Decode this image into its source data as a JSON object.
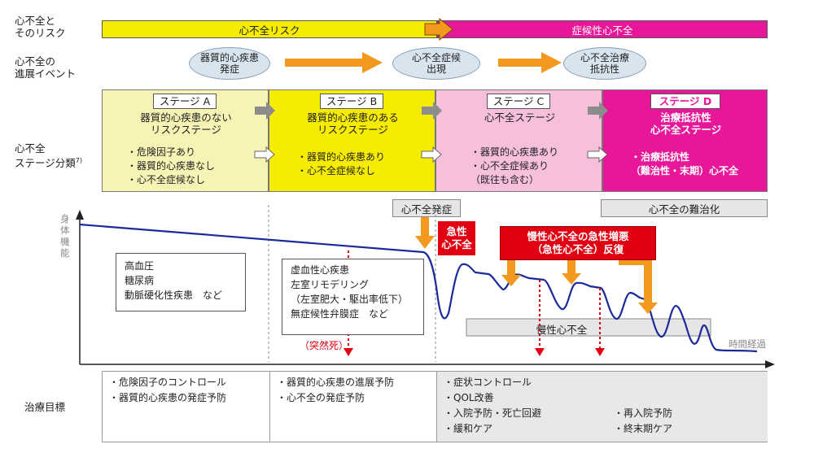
{
  "row_labels": {
    "risk": "心不全と\nそのリスク",
    "events": "心不全の\n進展イベント",
    "stages": "心不全\nステージ分類",
    "stages_sup": "7)",
    "goals": "治療目標"
  },
  "risk_bar": {
    "left": "心不全リスク",
    "right": "症候性心不全"
  },
  "events": [
    "器質的心疾患\n発症",
    "心不全症候\n出現",
    "心不全治療\n抵抗性"
  ],
  "stages": [
    {
      "title": "ステージ A",
      "desc": "器質的心疾患のない\nリスクステージ",
      "items": "・危険因子あり\n・器質的心疾患なし\n・心不全症候なし",
      "color": "#f7f3b5"
    },
    {
      "title": "ステージ B",
      "desc": "器質的心疾患のある\nリスクステージ",
      "items": "・器質的心疾患あり\n・心不全症候なし",
      "color": "#f5ec00"
    },
    {
      "title": "ステージ C",
      "desc": "心不全ステージ",
      "items": "・器質的心疾患あり\n・心不全症候あり\n（既往も含む）",
      "color": "#f6bfdc"
    },
    {
      "title": "ステージ D",
      "desc": "治療抵抗性\n心不全ステージ",
      "items": "・治療抵抗性\n（難治性・末期）心不全",
      "color": "#e8179a"
    }
  ],
  "tags": {
    "onset": "心不全発症",
    "refractory": "心不全の難治化",
    "acute": "急性\n心不全",
    "exacerbation": "慢性心不全の急性増悪\n（急性心不全）反復",
    "chronic": "慢性心不全",
    "sudden_death": "（突然死）"
  },
  "axes": {
    "y": "身体機能",
    "x": "時間経過"
  },
  "risk_boxes": [
    "高血圧\n糖尿病\n動脈硬化性疾患　など",
    "虚血性心疾患\n左室リモデリング\n（左室肥大・駆出率低下）\n無症候性弁膜症　など"
  ],
  "goals": [
    "・危険因子のコントロール\n・器質的心疾患の発症予防",
    "・器質的心疾患の進展予防\n・心不全の発症予防",
    "・症状コントロール\n・QOL改善\n・入院予防・死亡回避\n・緩和ケア",
    "・再入院予防\n・終末期ケア"
  ],
  "colors": {
    "yellow": "#f5ec00",
    "magenta": "#e8179a",
    "orange": "#f39a1e",
    "red": "#e00012",
    "curve": "#1a2a9a"
  }
}
